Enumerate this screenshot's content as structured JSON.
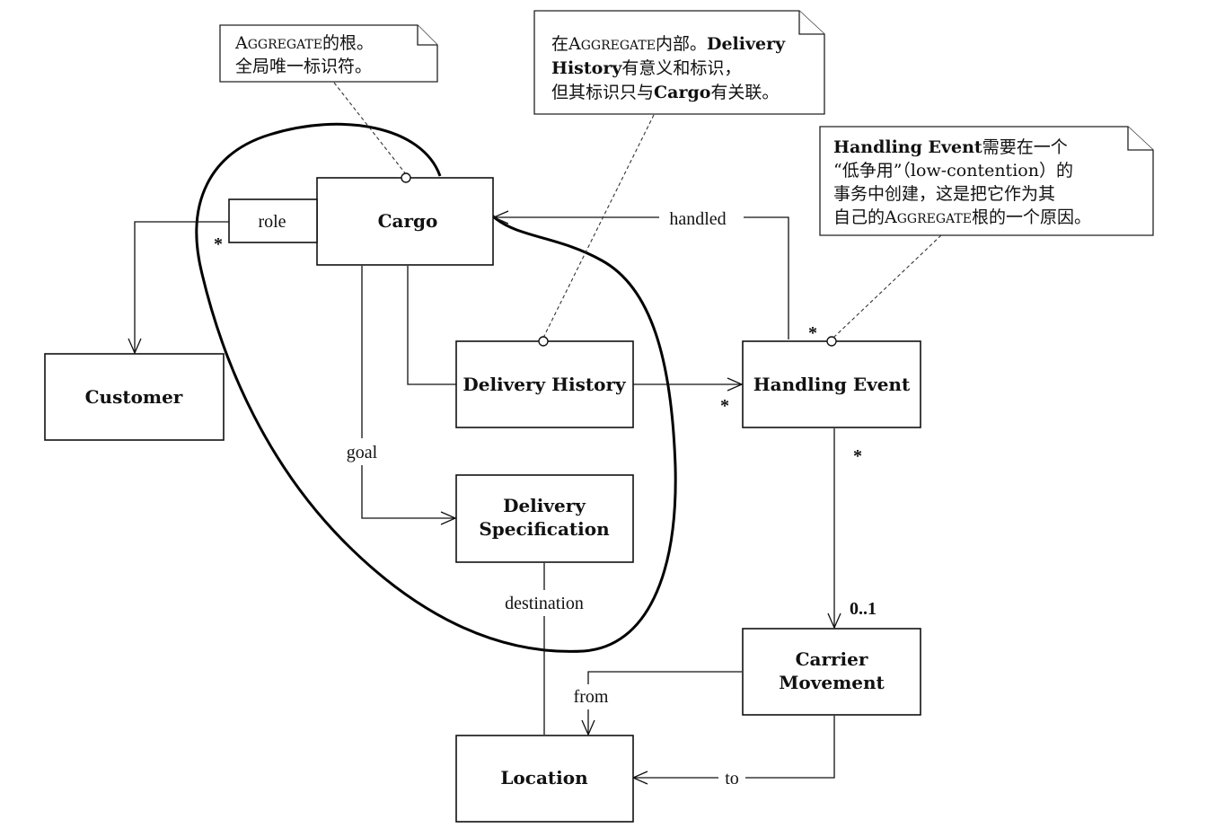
{
  "classes": {
    "cargo": "Cargo",
    "customer": "Customer",
    "delivery_history": "Delivery History",
    "handling_event": "Handling Event",
    "delivery_spec_line1": "Delivery",
    "delivery_spec_line2": "Specification",
    "carrier_movement_line1": "Carrier",
    "carrier_movement_line2": "Movement",
    "location": "Location"
  },
  "associations": {
    "role": "role",
    "handled": "handled",
    "goal": "goal",
    "destination": "destination",
    "from": "from",
    "to": "to"
  },
  "multiplicities": {
    "customer_cargo": "*",
    "handling_event_top": "*",
    "delivery_history_events": "*",
    "handling_event_bottom": "*",
    "carrier_movement": "0..1"
  },
  "notes": {
    "root": {
      "line1_sc": "Aggregate",
      "line1_rest": "的根。",
      "line2": "全局唯一标识符。"
    },
    "delivery_history": {
      "line1_pre": "在",
      "line1_sc": "Aggregate",
      "line1_mid": "内部。",
      "line1_bold": "Delivery",
      "line2_bold": "History",
      "line2_rest": "有意义和标识，",
      "line3_pre": "但其标识只与",
      "line3_bold": "Cargo",
      "line3_rest": "有关联。"
    },
    "handling_event": {
      "line1_bold": "Handling Event",
      "line1_rest": "需要在一个",
      "line2": "“低争用”（low-contention）的",
      "line3": "事务中创建，这是把它作为其",
      "line4_pre": "自己的",
      "line4_sc": "Aggregate",
      "line4_rest": "根的一个原因。"
    }
  }
}
